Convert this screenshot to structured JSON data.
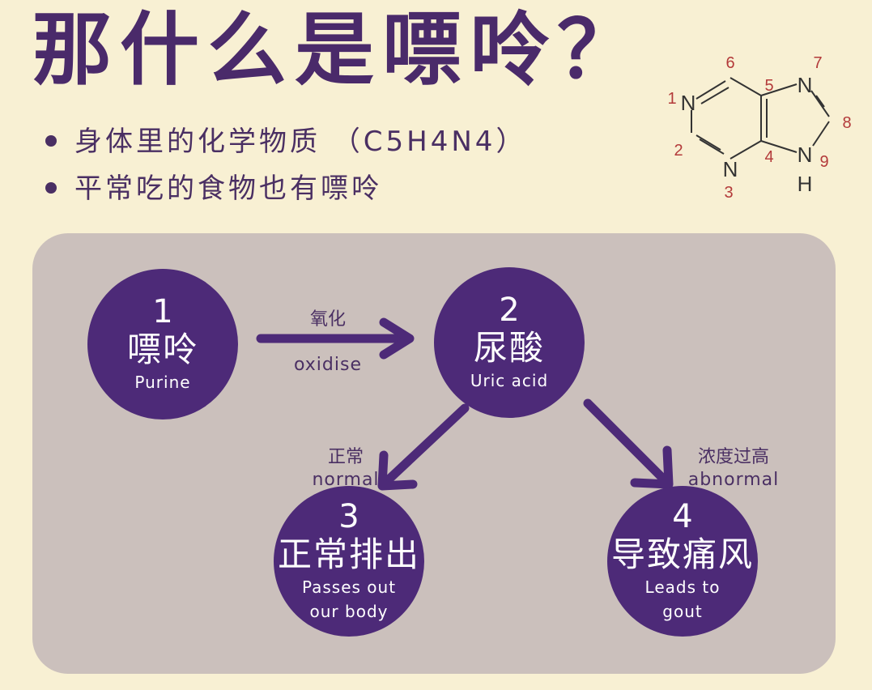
{
  "title": "那什么是嘌呤？",
  "bullets": [
    "身体里的化学物质 （C5H4N4）",
    "平常吃的食物也有嘌呤"
  ],
  "molecule": {
    "atoms": {
      "n1": "N",
      "n3": "N",
      "n7": "N",
      "n9": "N",
      "h9": "H"
    },
    "positions": {
      "p1": "1",
      "p2": "2",
      "p3": "3",
      "p4": "4",
      "p5": "5",
      "p6": "6",
      "p7": "7",
      "p8": "8",
      "p9": "9"
    }
  },
  "nodes": [
    {
      "num": "1",
      "cn": "嘌呤",
      "en": [
        "Purine"
      ]
    },
    {
      "num": "2",
      "cn": "尿酸",
      "en": [
        "Uric acid"
      ]
    },
    {
      "num": "3",
      "cn": "正常排出",
      "en": [
        "Passes out",
        "our body"
      ]
    },
    {
      "num": "4",
      "cn": "导致痛风",
      "en": [
        "Leads to",
        "gout"
      ]
    }
  ],
  "edges": [
    {
      "cn": "氧化",
      "en": "oxidise"
    },
    {
      "cn": "正常",
      "en": "normal"
    },
    {
      "cn": "浓度过高",
      "en": "abnormal"
    }
  ],
  "colors": {
    "background": "#f8f0d3",
    "panel": "#cbc0bc",
    "node": "#4d2a78",
    "text": "#4a2f63",
    "molecule_number": "#b33a3a"
  }
}
